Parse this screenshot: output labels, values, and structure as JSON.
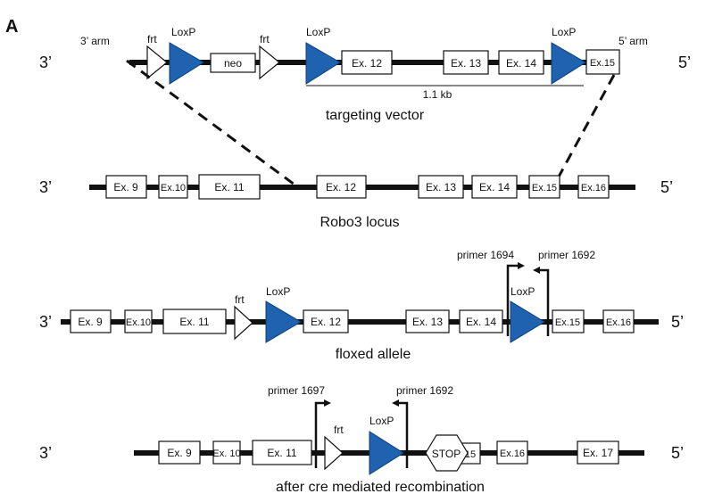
{
  "panel_label": "A",
  "rows": {
    "targeting_vector": {
      "left_end": "3’",
      "right_end": "5’",
      "left_arm": "3’ arm",
      "right_arm": "5’ arm",
      "frt": "frt",
      "loxp": "LoxP",
      "neo": "neo",
      "exons": [
        "Ex. 12",
        "Ex. 13",
        "Ex. 14",
        "Ex.15"
      ],
      "scale_label": "1.1 kb",
      "caption": "targeting vector"
    },
    "locus": {
      "left_end": "3’",
      "right_end": "5’",
      "exons": [
        "Ex. 9",
        "Ex.10",
        "Ex. 11",
        "Ex. 12",
        "Ex. 13",
        "Ex. 14",
        "Ex.15",
        "Ex.16"
      ],
      "caption": "Robo3 locus"
    },
    "floxed": {
      "left_end": "3’",
      "right_end": "5’",
      "frt": "frt",
      "loxp": "LoxP",
      "exons": [
        "Ex. 9",
        "Ex.10",
        "Ex. 11",
        "Ex. 12",
        "Ex. 13",
        "Ex. 14",
        "Ex.15",
        "Ex.16"
      ],
      "primer_left": "primer 1694",
      "primer_right": "primer 1692",
      "caption": "floxed allele"
    },
    "recombined": {
      "left_end": "3’",
      "right_end": "5’",
      "frt": "frt",
      "loxp": "LoxP",
      "exons": [
        "Ex. 9",
        "Ex. 10",
        "Ex. 11",
        "15",
        "Ex.16",
        "Ex. 17"
      ],
      "stop": "STOP",
      "primer_left": "primer 1697",
      "primer_right": "primer 1692",
      "caption": "after cre mediated recombination"
    }
  },
  "colors": {
    "loxp": "#1f63b0",
    "line": "#111111"
  }
}
